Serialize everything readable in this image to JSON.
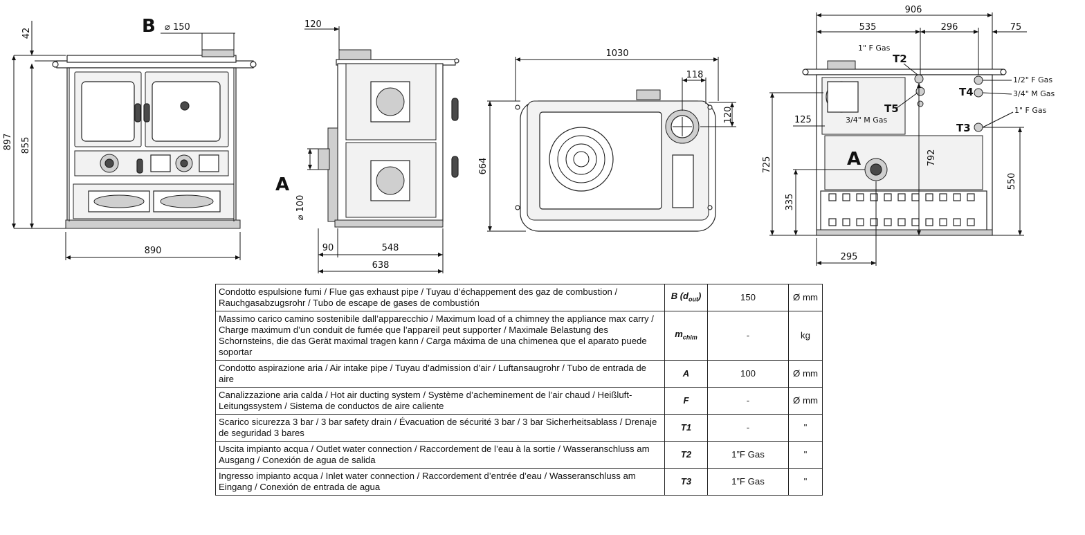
{
  "views": {
    "front": {
      "label_b": "B",
      "flue_diameter": "⌀ 150",
      "dim_top": "42",
      "dim_height_total": "897",
      "dim_height_top": "855",
      "dim_width": "890"
    },
    "side": {
      "dim_flue_offset": "120",
      "label_a": "A",
      "air_diameter": "⌀ 100",
      "dim_back": "90",
      "dim_body": "548",
      "dim_depth": "638"
    },
    "top": {
      "dim_width": "1030",
      "dim_flue_x": "118",
      "dim_flue_y": "120",
      "dim_depth": "664"
    },
    "rear": {
      "dim_total": "906",
      "dim_left": "535",
      "dim_mid": "296",
      "dim_right": "75",
      "gas_t2": "1\" F Gas",
      "t2": "T2",
      "gas_t4a": "1/2\" F Gas",
      "gas_t4b": "3/4\" M Gas",
      "t4": "T4",
      "gas_t3": "1\" F Gas",
      "t3": "T3",
      "t5": "T5",
      "gas_t5": "3/4\" M Gas",
      "dim_125": "125",
      "label_a": "A",
      "dim_725": "725",
      "dim_792": "792",
      "dim_550": "550",
      "dim_335": "335",
      "dim_295": "295"
    }
  },
  "table": {
    "rows": [
      {
        "desc": "Condotto espulsione fumi / Flue gas exhaust pipe / Tuyau d’échappement des gaz de combustion / Rauchgasabzugsrohr / Tubo de escape de gases de combustión",
        "sym": "B (d",
        "sym_sub": "out",
        "sym_end": ")",
        "value": "150",
        "unit": "Ø mm"
      },
      {
        "desc": "Massimo carico camino sostenibile dall’apparecchio / Maximum load of a chimney the appliance max carry / Charge maximum d’un conduit de fumée que l’appareil peut supporter / Maximale Belastung des Schornsteins, die das Gerät maximal tragen kann / Carga máxima de una chimenea que el aparato puede soportar",
        "sym": "m",
        "sym_sub": "chim",
        "sym_end": "",
        "value": "-",
        "unit": "kg"
      },
      {
        "desc": "Condotto aspirazione aria / Air intake pipe / Tuyau d’admission d’air / Luftansaugrohr / Tubo de entrada de aire",
        "sym": "A",
        "sym_sub": "",
        "sym_end": "",
        "value": "100",
        "unit": "Ø mm"
      },
      {
        "desc": "Canalizzazione aria calda / Hot air ducting system / Système d’acheminement de l’air chaud / Heißluft-Leitungssystem / Sistema de conductos de aire caliente",
        "sym": "F",
        "sym_sub": "",
        "sym_end": "",
        "value": "-",
        "unit": "Ø mm"
      },
      {
        "desc": "Scarico sicurezza 3 bar / 3 bar safety drain / Évacuation de sécurité 3 bar / 3 bar Sicherheitsablass / Drenaje de seguridad 3 bares",
        "sym": "T1",
        "sym_sub": "",
        "sym_end": "",
        "value": "-",
        "unit": "\""
      },
      {
        "desc": "Uscita impianto acqua / Outlet water connection / Raccordement de l’eau à la sortie / Wasseranschluss am Ausgang / Conexión de agua de salida",
        "sym": "T2",
        "sym_sub": "",
        "sym_end": "",
        "value": "1”F Gas",
        "unit": "\""
      },
      {
        "desc": "Ingresso impianto acqua / Inlet water connection / Raccordement d’entrée d’eau / Wasseranschluss am Eingang / Conexión de entrada de agua",
        "sym": "T3",
        "sym_sub": "",
        "sym_end": "",
        "value": "1”F Gas",
        "unit": "\""
      }
    ]
  }
}
